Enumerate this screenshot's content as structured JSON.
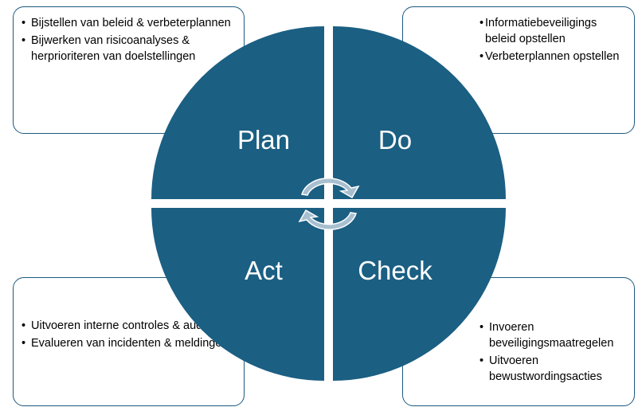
{
  "colors": {
    "quadrant_fill": "#1b5f83",
    "box_border": "#1c5a80",
    "arrow_fill": "#a8bfd0",
    "arrow_stroke": "#ffffff"
  },
  "quadrants": {
    "plan": "Plan",
    "do": "Do",
    "check": "Check",
    "act": "Act"
  },
  "boxes": {
    "plan": [
      "Bijstellen van beleid & verbeterplannen",
      "Bijwerken van risicoanalyses & herprioriteren van doelstellingen"
    ],
    "do": [
      "Informatiebeveiligings beleid opstellen",
      "Verbeterplannen opstellen"
    ],
    "act": [
      "Uitvoeren interne controles & audits",
      "Evalueren van incidenten & meldingen"
    ],
    "check": [
      "Invoeren beveiligingsmaatregelen",
      "Uitvoeren bewustwordingsacties"
    ]
  },
  "icons": {
    "center": "circular-arrows-icon"
  }
}
